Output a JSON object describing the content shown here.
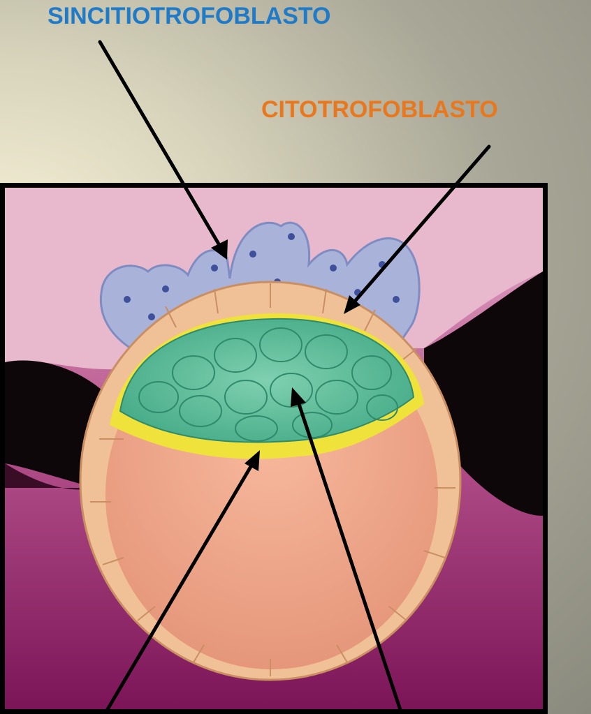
{
  "labels": {
    "syncytiotrophoblast": {
      "text": "SINCITIOTROFOBLASTO",
      "color": "#1f7ac8"
    },
    "cytotrophoblast": {
      "text": "CITOTROFOBLASTO",
      "color": "#e8781f"
    }
  },
  "colors": {
    "background": "#b5b3a2",
    "frame_border": "#000000",
    "endometrium_pink": "#e9b6cf",
    "tissue_magenta": "#8c1f66",
    "cavity_black": "#0d0608",
    "syncytio_blue": "#a9b3d9",
    "cyto_cells": "#f0c096",
    "epiblast_green": "#59bf9a",
    "hypoblast_yellow": "#efe23a",
    "blastocoel": "#f0aa90",
    "arrow": "#000000"
  },
  "arrows": [
    "syncytiotrophoblast-arrow",
    "cytotrophoblast-arrow",
    "hypoblast-arrow",
    "epiblast-arrow"
  ]
}
